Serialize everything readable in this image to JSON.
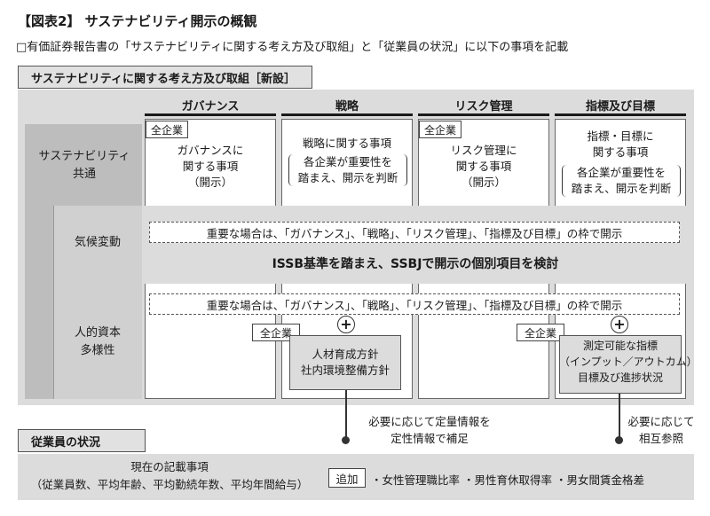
{
  "title": "【図表2】 サステナビリティ開示の概観",
  "subtitle": "□有価証券報告書の「サステナビリティに関する考え方及び取組」と「従業員の状況」に以下の事項を記載",
  "section_sustainability": "サステナビリティに関する考え方及び取組［新設］",
  "columns": [
    "ガバナンス",
    "戦略",
    "リスク管理",
    "指標及び目標"
  ],
  "all_companies": "全企業",
  "rows": {
    "common": "サステナビリティ\n共通",
    "climate": "気候変動",
    "human": "人的資本\n多様性"
  },
  "common_cells": {
    "governance": "ガバナンスに\n関する事項\n（開示）",
    "strategy_main": "戦略に関する事項",
    "strategy_note": "各企業が重要性を\n踏まえ、開示を判断",
    "risk": "リスク管理に\n関する事項\n（開示）",
    "metrics_main": "指標・目標に\n関する事項",
    "metrics_note": "各企業が重要性を\n踏まえ、開示を判断"
  },
  "important_note": "重要な場合は、「ガバナンス」、「戦略」、「リスク管理」、「指標及び目標」の枠で開示",
  "issb_note": "ISSB基準を踏まえ、SSBJで開示の個別項目を検討",
  "plus_symbol": "+",
  "human_strategy": "人材育成方針\n社内環境整備方針",
  "human_metrics": "測定可能な指標\n（インプット／アウトカム）\n目標及び進捗状況",
  "link_note_left": "必要に応じて定量情報を\n定性情報で補足",
  "link_note_right": "必要に応じて\n相互参照",
  "section_employees": "従業員の状況",
  "current_items": "現在の記載事項\n（従業員数、平均年齢、平均勤続年数、平均年間給与）",
  "add_label": "追加",
  "added_items": "・女性管理職比率 ・男性育休取得率 ・男女間賃金格差"
}
